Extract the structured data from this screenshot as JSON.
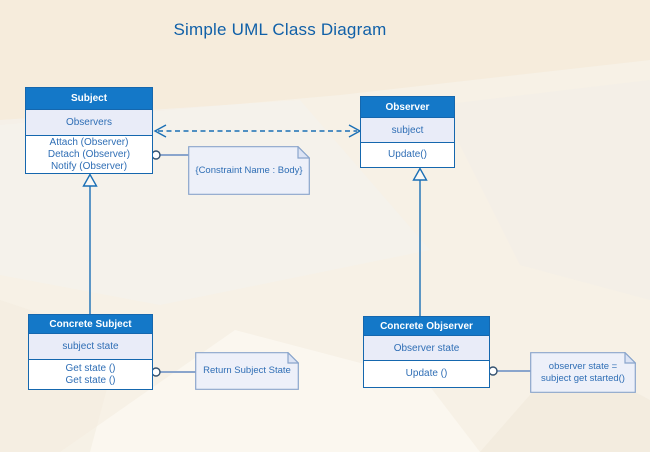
{
  "title": "Simple UML Class Diagram",
  "colors": {
    "title": "#1060a8",
    "class_header_bg": "#1478c8",
    "class_border": "#1567ae",
    "attribute_row_bg": "#e9ecf8",
    "body_text": "#2f6eb5",
    "note_bg": "#edf0f9",
    "note_fold": "#dce4f5",
    "note_border": "#8aa5cc",
    "connector": "#1a6fb5",
    "background": "#f7f1e6"
  },
  "classes": [
    {
      "name": "Subject",
      "attributes": [
        "Observers"
      ],
      "methods": [
        "Attach (Observer)",
        "Detach (Observer)",
        "Notify (Observer)"
      ]
    },
    {
      "name": "Observer",
      "attributes": [
        "subject"
      ],
      "methods": [
        "Update()"
      ]
    },
    {
      "name": "Concrete Subject",
      "attributes": [
        "subject state"
      ],
      "methods": [
        "Get state ()",
        "Get state ()"
      ]
    },
    {
      "name": "Concrete Objserver",
      "attributes": [
        "Observer state"
      ],
      "methods": [
        "Update ()"
      ]
    }
  ],
  "notes": [
    {
      "lines": [
        "{Constraint Name : Body}"
      ]
    },
    {
      "lines": [
        "Return Subject State"
      ]
    },
    {
      "lines": [
        "observer state =",
        "subject get started()"
      ]
    }
  ],
  "relationships": [
    {
      "type": "dashed-double-arrow",
      "from": "Subject",
      "to": "Observer"
    },
    {
      "type": "generalization",
      "from": "Concrete Subject",
      "to": "Subject"
    },
    {
      "type": "generalization",
      "from": "Concrete Objserver",
      "to": "Observer"
    },
    {
      "type": "note-anchor",
      "from": "Subject",
      "to": "{Constraint Name : Body}"
    },
    {
      "type": "note-anchor",
      "from": "Concrete Subject",
      "to": "Return Subject State"
    },
    {
      "type": "note-anchor",
      "from": "Concrete Objserver",
      "to": "observer state = subject get started()"
    }
  ]
}
